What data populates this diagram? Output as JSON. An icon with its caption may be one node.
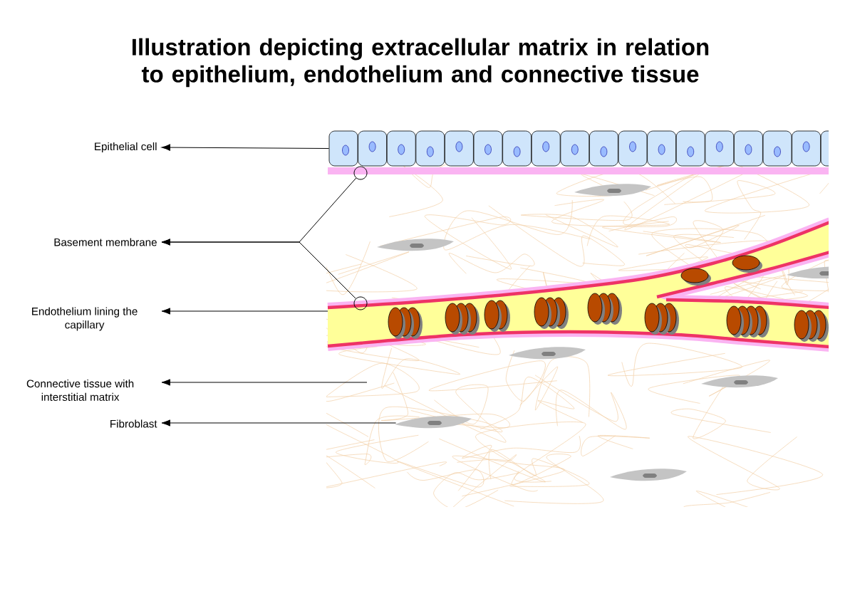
{
  "diagram": {
    "title": "Illustration depicting extracellular matrix in relation to epithelium, endothelium and connective tissue",
    "nodes": [
      {
        "text": [
          "Epithelial cell"
        ]
      },
      {
        "text": [
          "Basement membrane"
        ]
      },
      {
        "text": [
          "Endothelium lining the capillary"
        ]
      },
      {
        "text": [
          "Connective tissue with interstitial matrix"
        ]
      },
      {
        "text": [
          "Fibroblast"
        ]
      },
      {
        "text": [],
        "shape": "box"
      },
      {
        "text": [],
        "shape": "circle"
      },
      {
        "text": [],
        "shape": "circle"
      },
      {
        "text": [],
        "shape": "picture"
      },
      {
        "text": [],
        "shape": "picture"
      }
    ],
    "edges": [
      {
        "from": 5,
        "to": 0,
        "arrow": "to"
      },
      {
        "from": 6,
        "to": 1,
        "arrow": "to"
      },
      {
        "from": 7,
        "to": 1,
        "arrow": "to"
      },
      {
        "from": 8,
        "to": 2,
        "arrow": "to"
      },
      {
        "from": null,
        "to": 3,
        "arrow": "to"
      },
      {
        "from": 9,
        "to": 4,
        "arrow": "to"
      }
    ]
  }
}
